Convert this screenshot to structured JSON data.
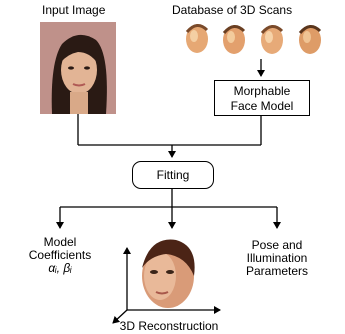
{
  "labels": {
    "input_image": "Input Image",
    "database": "Database of 3D Scans",
    "morphable_line1": "Morphable",
    "morphable_line2": "Face Model",
    "fitting": "Fitting",
    "model_coefficients_line1": "Model",
    "model_coefficients_line2": "Coefficients",
    "model_coefficients_line3": "αᵢ, βᵢ",
    "pose_line1": "Pose and",
    "pose_line2": "Illumination",
    "pose_line3": "Parameters",
    "reconstruction": "3D Reconstruction"
  },
  "colors": {
    "photo_background": "#b98a84",
    "skin": "#e2b495",
    "hair": "#2a1a14",
    "scan_skin": "#e6a874"
  }
}
